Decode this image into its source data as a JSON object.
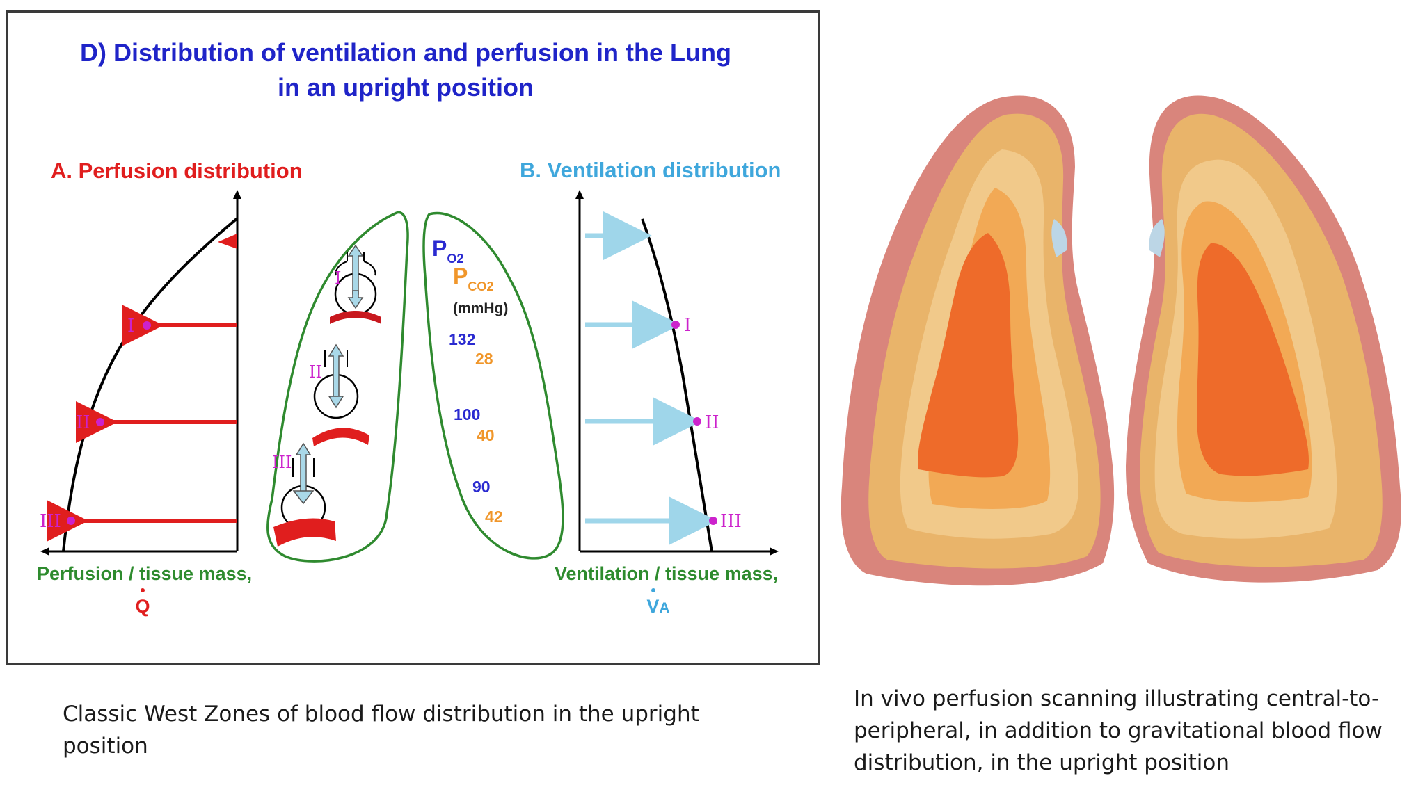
{
  "figure": {
    "title_line1": "D) Distribution of ventilation and perfusion in the Lung",
    "title_line2": "in an upright position",
    "panel_a": {
      "title": "A. Perfusion distribution",
      "axis_label": "Perfusion / tissue mass,",
      "symbol": "Q",
      "zones": [
        "I",
        "II",
        "III"
      ]
    },
    "panel_b": {
      "title": "B. Ventilation distribution",
      "axis_label": "Ventilation / tissue mass,",
      "symbol": "V",
      "symbol_sub": "A",
      "zones": [
        "I",
        "II",
        "III"
      ]
    },
    "lung_left": {
      "zones": [
        "I",
        "II",
        "III"
      ]
    },
    "lung_right": {
      "po2_label": "P",
      "po2_sub": "O2",
      "pco2_label": "P",
      "pco2_sub": "CO2",
      "unit": "(mmHg)",
      "values": [
        {
          "po2": "132",
          "pco2": "28"
        },
        {
          "po2": "100",
          "pco2": "40"
        },
        {
          "po2": "90",
          "pco2": "42"
        }
      ]
    }
  },
  "captions": {
    "left": "Classic West Zones of blood flow distribution in the upright position",
    "right": "In vivo perfusion scanning illustrating central-to-peripheral, in addition to gravitational blood flow distribution, in the upright position"
  },
  "colors": {
    "title_blue": "#1f24c8",
    "perfusion_red": "#e01e1e",
    "ventilation_blue": "#3fa7dc",
    "axis_green": "#2e8b2e",
    "zone_magenta": "#cc22cc",
    "pco2_orange": "#f0962a",
    "lung_outline": "#2f8a2f"
  }
}
